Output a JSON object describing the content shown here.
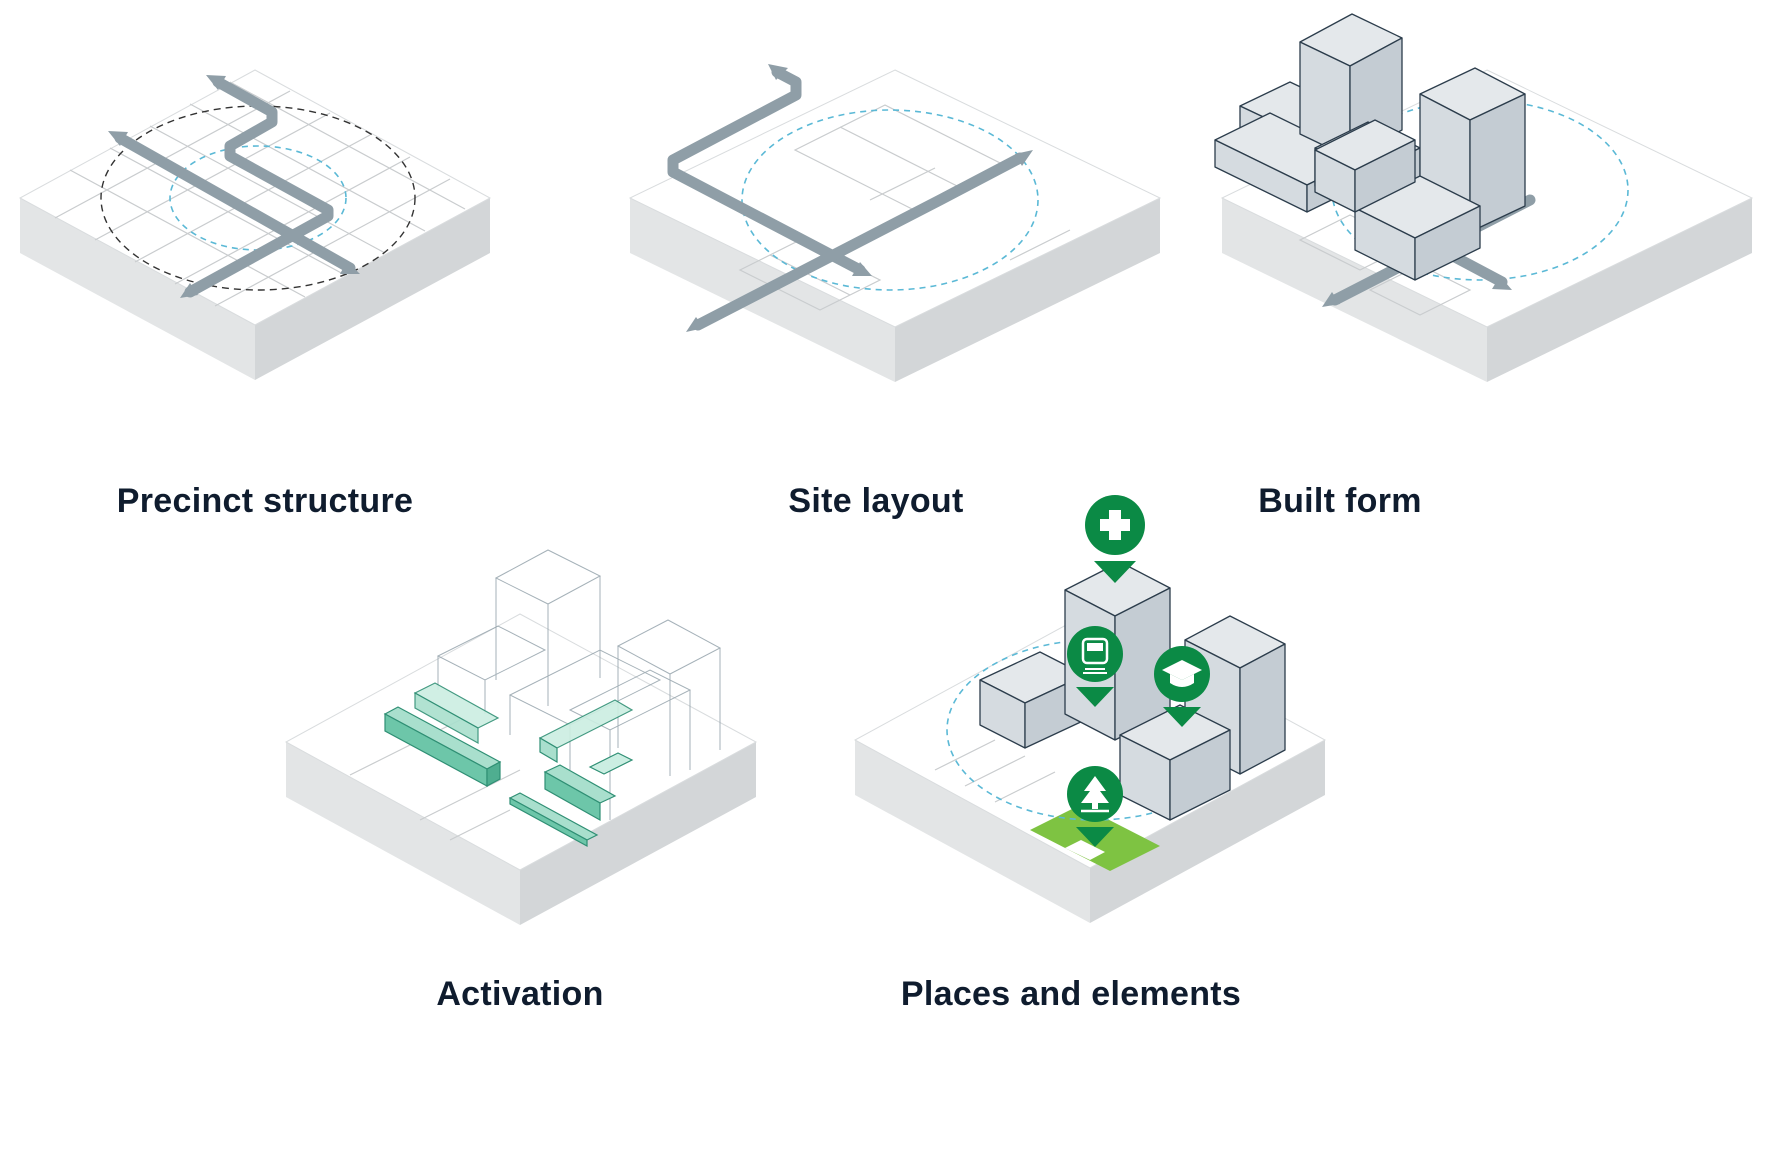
{
  "captions": {
    "precinct": "Precinct structure",
    "site": "Site layout",
    "built": "Built form",
    "activation": "Activation",
    "places": "Places and elements"
  },
  "colors": {
    "slab_top": "#ffffff",
    "slab_side": "#e3e5e6",
    "slab_side_dark": "#d3d6d8",
    "line": "#c9ccce",
    "path": "#8f9ea7",
    "dash_blue": "#5bb9d6",
    "dash_black": "#333333",
    "building_fill": "#d5dbe0",
    "building_stroke": "#2c3d4c",
    "activation": "#6dc6a9",
    "icon_green": "#0b8a45",
    "park_green": "#7ec342"
  },
  "icons": [
    "health-cross-icon",
    "train-icon",
    "graduation-cap-icon",
    "tree-icon"
  ]
}
